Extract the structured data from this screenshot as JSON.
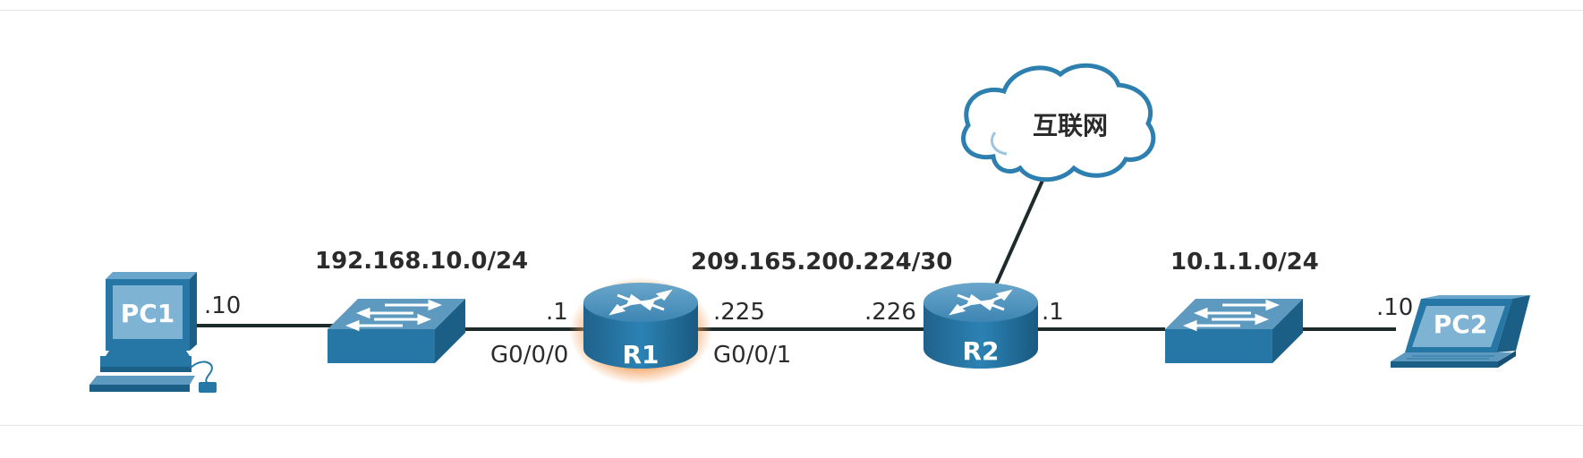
{
  "networks": {
    "lan1": "192.168.10.0/24",
    "wan": "209.165.200.224/30",
    "lan2": "10.1.1.0/24"
  },
  "cloud": {
    "label": "互联网"
  },
  "devices": {
    "pc1": {
      "name": "PC1",
      "addr": ".10"
    },
    "pc2": {
      "name": "PC2",
      "addr": ".10"
    },
    "r1": {
      "name": "R1",
      "lan_addr": ".1",
      "lan_if": "G0/0/0",
      "wan_addr": ".225",
      "wan_if": "G0/0/1",
      "highlighted": true
    },
    "r2": {
      "name": "R2",
      "wan_addr": ".226",
      "lan_addr": ".1"
    }
  },
  "colors": {
    "device_top": "#5e9ac0",
    "device_front": "#2677a6",
    "device_side": "#1b5e86",
    "link": "#1d2b2b",
    "cloud_stroke": "#2d7fb0",
    "highlight": "#f39a52"
  }
}
